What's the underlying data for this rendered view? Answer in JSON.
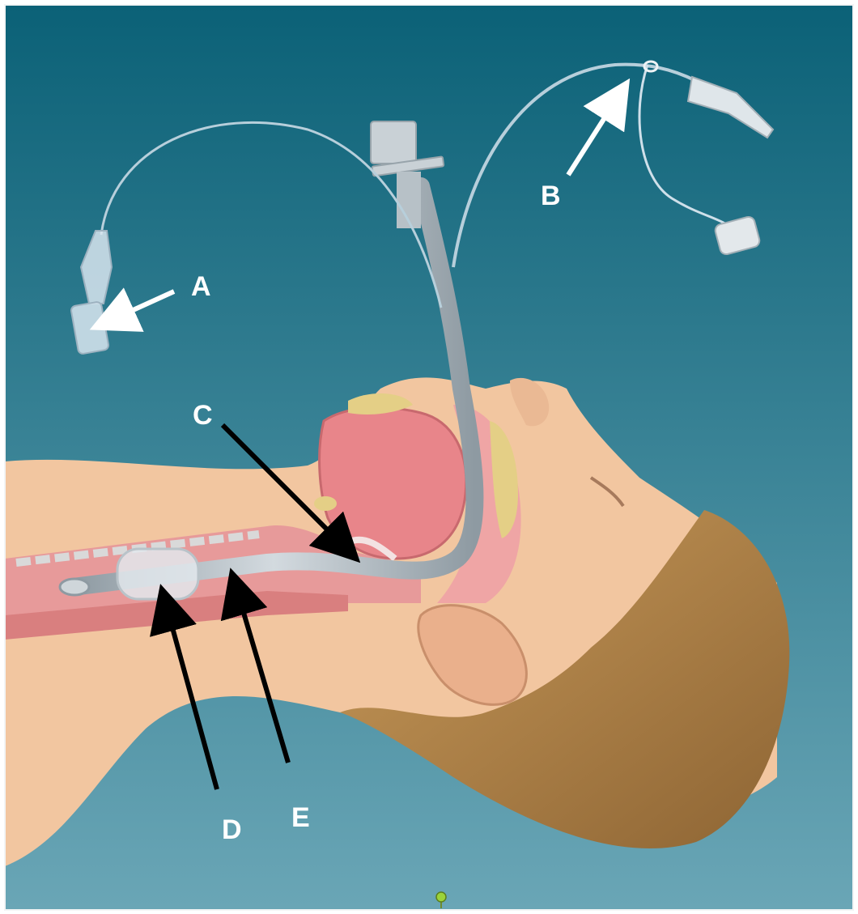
{
  "colors": {
    "background_top": "#0b6177",
    "background_bottom": "#6aa6b6",
    "skin": "#f2c6a0",
    "hair": "#b98a4e",
    "tube": "#a9b5bd",
    "airway_tissue": "#e79a9a",
    "label_white": "#ffffff",
    "label_black": "#000000"
  },
  "labels": {
    "A": "A",
    "B": "B",
    "C": "C",
    "D": "D",
    "E": "E"
  },
  "icons": [
    "pin-marker-icon"
  ]
}
